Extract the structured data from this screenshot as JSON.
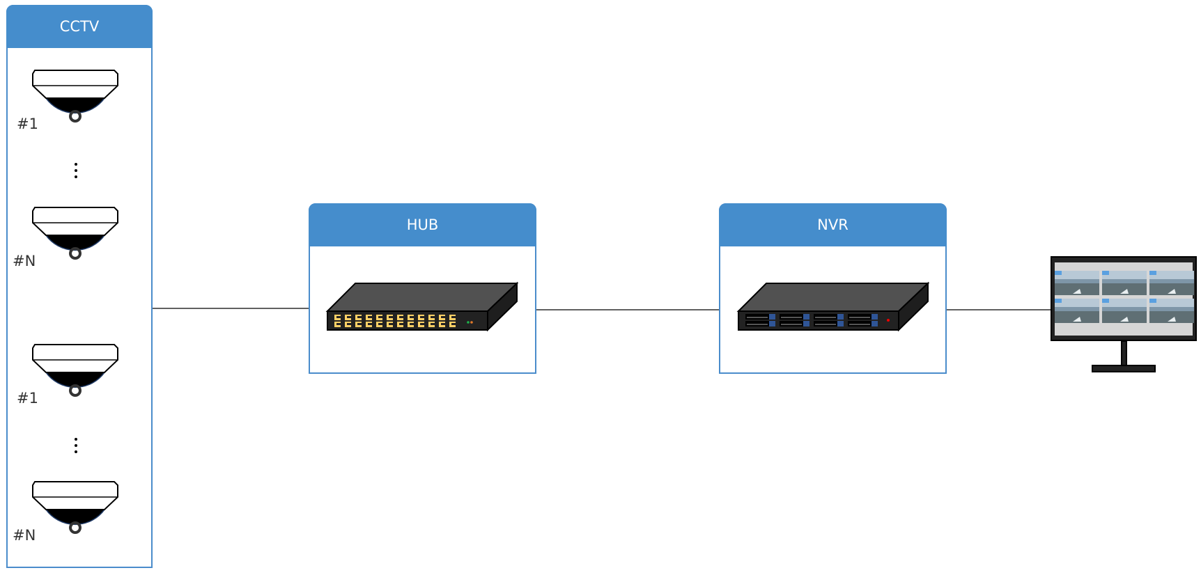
{
  "cctv": {
    "title": "CCTV",
    "cameras": [
      {
        "label": "#1"
      },
      {
        "label": "#N"
      },
      {
        "label": "#1"
      },
      {
        "label": "#N"
      }
    ]
  },
  "hub": {
    "title": "HUB",
    "icon": "network-switch-icon",
    "port_color": "#ffd166"
  },
  "nvr": {
    "title": "NVR",
    "icon": "nvr-recorder-icon",
    "bay_color": "#2f5597"
  },
  "monitor": {
    "icon": "monitor-icon",
    "tiles": 6
  },
  "colors": {
    "accent": "#458dcc",
    "device": "#222222"
  }
}
